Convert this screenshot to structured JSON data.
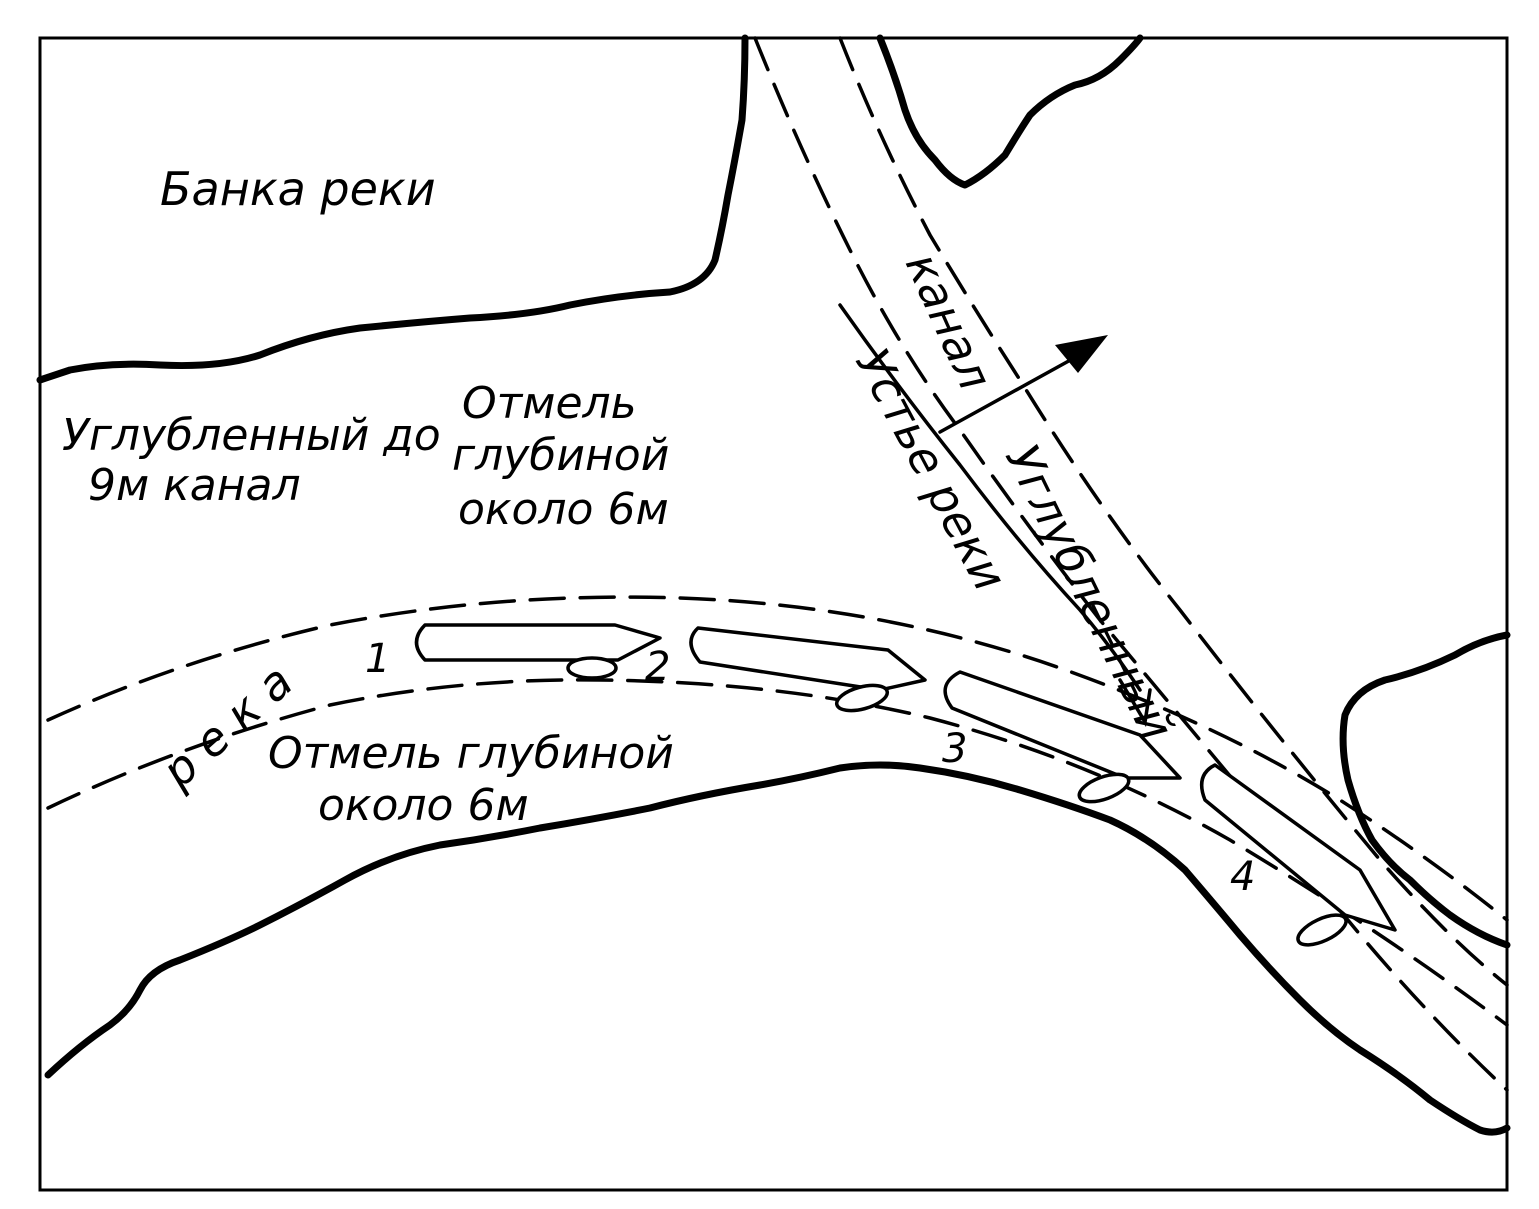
{
  "labels": {
    "bank": "Банка реки",
    "dredged_line1": "Углубленный до",
    "dredged_line2": "9м канал",
    "shoal_top_line1": "Отмель",
    "shoal_top_line2": "глубиной",
    "shoal_top_line3": "около 6м",
    "shoal_bottom_line1": "Отмель глубиной",
    "shoal_bottom_line2": "около 6м",
    "river": "река",
    "mouth": "Устье реки",
    "canal_word1": "Углубленный",
    "canal_word2": "канал"
  },
  "ships": [
    "1",
    "2",
    "3",
    "4"
  ],
  "colors": {
    "ink": "#000000",
    "paper": "#ffffff"
  }
}
